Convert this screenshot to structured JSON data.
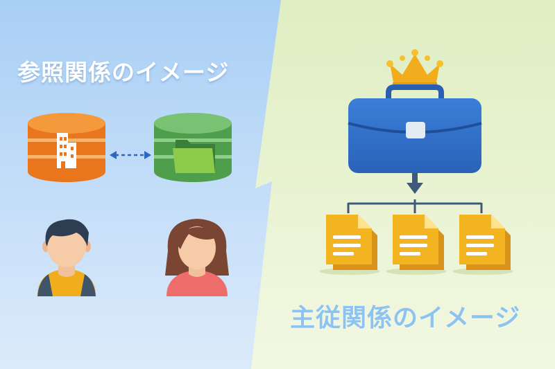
{
  "left_panel": {
    "title": "参照関係のイメージ",
    "items": [
      {
        "icon": "company-database-icon",
        "color": "#f08a24"
      },
      {
        "icon": "folder-database-icon",
        "color": "#5cae5a"
      },
      {
        "icon": "man-avatar-icon"
      },
      {
        "icon": "woman-avatar-icon"
      }
    ],
    "connector": "bidirectional-dashed-arrow"
  },
  "right_panel": {
    "title": "主従関係のイメージ",
    "master": {
      "icon": "crowned-briefcase-icon",
      "color": "#2f6fcb"
    },
    "children": [
      {
        "icon": "document-icon"
      },
      {
        "icon": "document-icon"
      },
      {
        "icon": "document-icon"
      }
    ],
    "document_color": "#f3b421"
  },
  "colors": {
    "left_bg": "#bcdaf6",
    "right_bg": "#e8f2cf",
    "accent_blue": "#2f6fcb",
    "accent_orange": "#f08a24",
    "accent_green": "#5cae5a",
    "accent_yellow": "#f3b421"
  }
}
